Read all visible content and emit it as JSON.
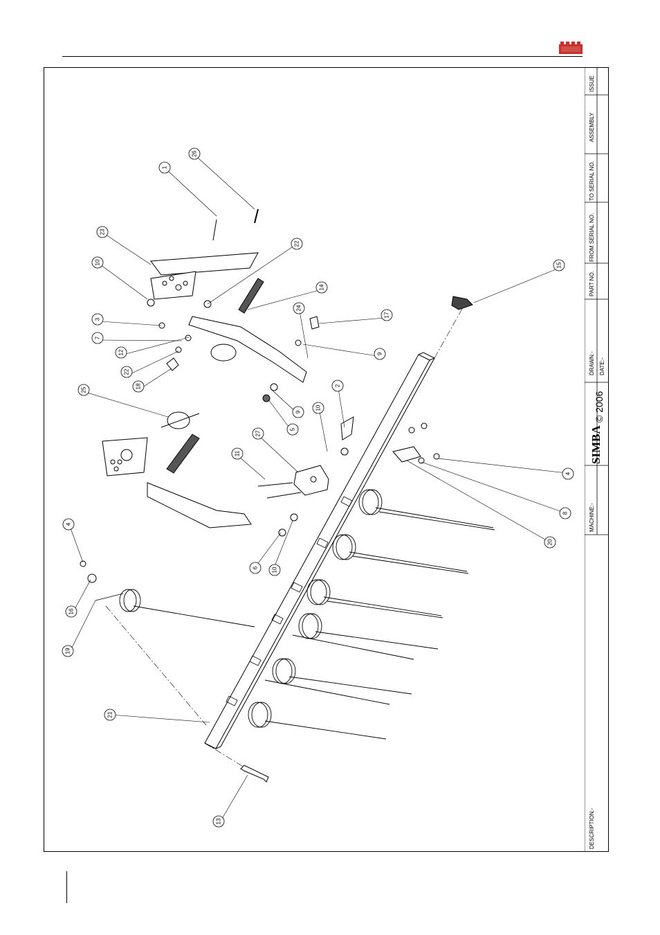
{
  "brand": {
    "logo_text": "SIMBA",
    "brand_color": "#c8312b"
  },
  "title_block": {
    "issue": "ISSUE",
    "assembly": "ASSEMBLY",
    "to_serial": "TO SERIAL NO.",
    "from_serial": "FROM SERIAL NO.",
    "part_no": "PART NO.",
    "drawn": "DRAWN:-",
    "date": "DATE:-",
    "copyright": "© 2006",
    "simba_mark": "SIMBA",
    "machine": "MACHINE:-",
    "description": "DESCRIPTION:-"
  },
  "callouts": [
    "1",
    "26",
    "23",
    "22",
    "10",
    "14",
    "3",
    "24",
    "7",
    "17",
    "12",
    "9",
    "22",
    "18",
    "25",
    "2",
    "10",
    "9",
    "5",
    "27",
    "11",
    "15",
    "4",
    "8",
    "20",
    "4",
    "6",
    "10",
    "16",
    "19",
    "21",
    "13"
  ]
}
